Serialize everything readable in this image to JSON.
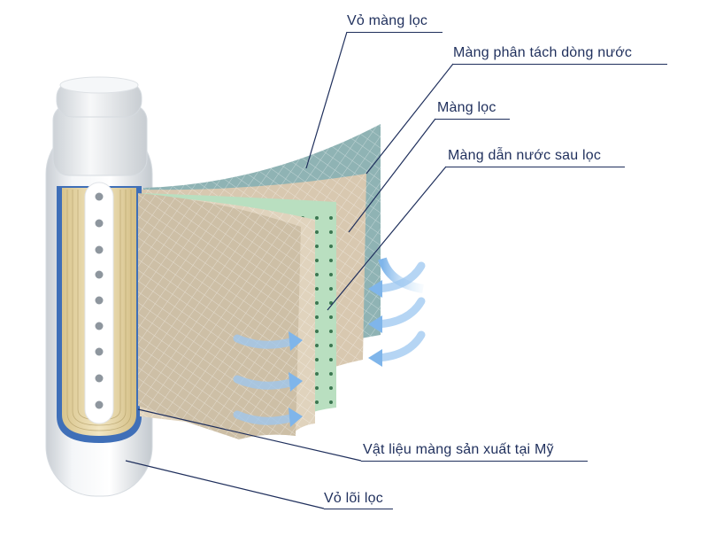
{
  "diagram": {
    "labels": {
      "outer_membrane_shell": "Vỏ màng lọc",
      "flow_separator_membrane": "Màng phân tách dòng nước",
      "filter_membrane": "Màng lọc",
      "post_filter_conduit_membrane": "Màng dẫn nước sau lọc",
      "usa_membrane_material": "Vật liệu màng sản xuất tại Mỹ",
      "cartridge_housing": "Vỏ lõi lọc"
    },
    "colors": {
      "label_text": "#1f2f5c",
      "leader_line": "#1f2f5c",
      "shell_layer": "#8fb3b4",
      "separator_layer": "#d8c8b0",
      "green_layer": "#b9dfc0",
      "front_layer": "#cdbfa6",
      "arrow": "#9cc7f0",
      "housing": "#eef1f4",
      "inner_core": "#ffffff",
      "wound_layers": "#e9d9a9",
      "core_holes": "#8e969e"
    }
  }
}
